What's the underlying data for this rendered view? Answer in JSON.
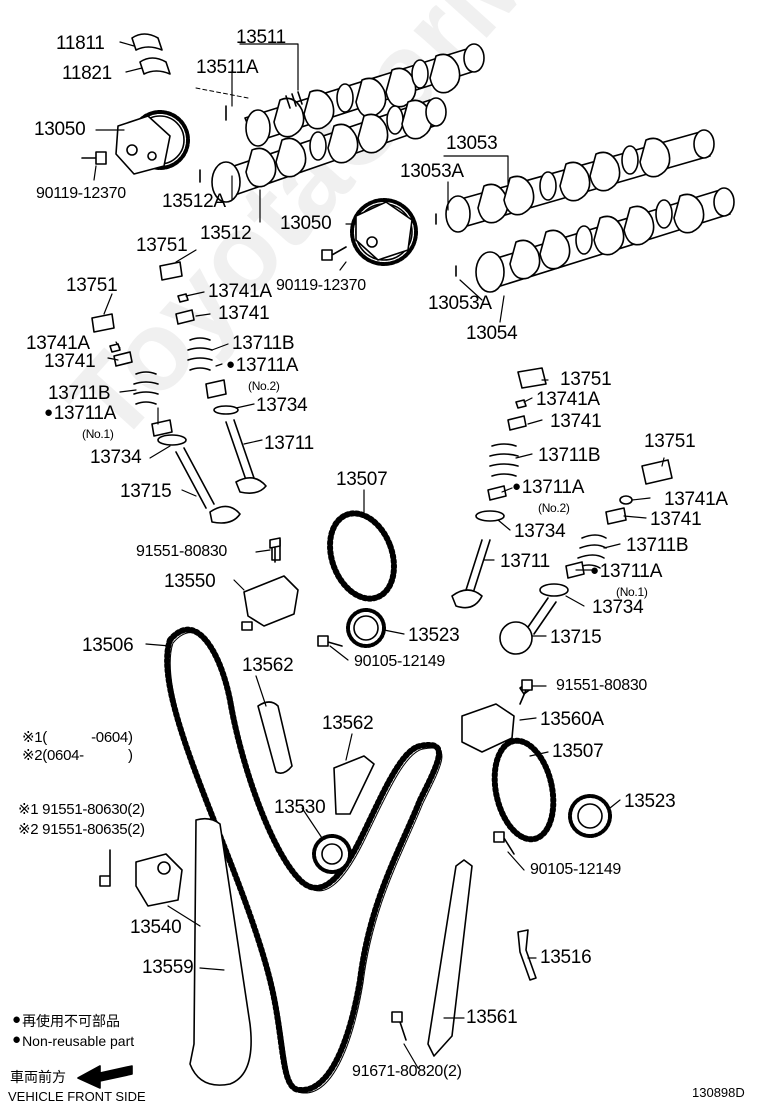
{
  "labels": {
    "p11811": "11811",
    "p11821": "11821",
    "p13511": "13511",
    "p13511A": "13511A",
    "p13050a": "13050",
    "p90119a": "90119-12370",
    "p13512A": "13512A",
    "p13512": "13512",
    "p13053": "13053",
    "p13053A_top": "13053A",
    "p13050b": "13050",
    "p90119b": "90119-12370",
    "p13053A_bot": "13053A",
    "p13054": "13054",
    "L13751a": "13751",
    "L13741Aa": "13741A",
    "L13741a": "13741",
    "L13711Ba": "13711B",
    "L13711Aa": "13711A",
    "L_no2a": "(No.2)",
    "L13734a": "13734",
    "L13711a": "13711",
    "L13751b": "13751",
    "L13741Ab": "13741A",
    "L13741b": "13741",
    "L13711Bb": "13711B",
    "L13711Ab": "13711A",
    "L_no1a": "(No.1)",
    "L13734b": "13734",
    "L13715a": "13715",
    "R13751a": "13751",
    "R13741Aa": "13741A",
    "R13741a": "13741",
    "R13711Ba": "13711B",
    "R13711Aa": "13711A",
    "R_no2": "(No.2)",
    "R13734a": "13734",
    "R13711": "13711",
    "R13751b": "13751",
    "R13741Ab": "13741A",
    "R13741b": "13741",
    "R13711Bb": "13711B",
    "R13711Ab": "13711A",
    "R_no1": "(No.1)",
    "R13734b": "13734",
    "R13715": "13715",
    "c13507a": "13507",
    "c91551a": "91551-80830",
    "c13550": "13550",
    "c13506": "13506",
    "c13523a": "13523",
    "c90105a": "90105-12149",
    "c13562a": "13562",
    "c13562b": "13562",
    "c91551b": "91551-80830",
    "c13560A": "13560A",
    "c13507b": "13507",
    "c13530": "13530",
    "c13523b": "13523",
    "c90105b": "90105-12149",
    "c13540": "13540",
    "c13559": "13559",
    "c13516": "13516",
    "c13561": "13561",
    "c91671": "91671-80820(2)"
  },
  "notes": {
    "n1": "※1(　　　-0604)",
    "n2": "※2(0604-　　　)",
    "n3": "※1 91551-80630(2)",
    "n4": "※2 91551-80635(2)"
  },
  "legend": {
    "jp": "再使用不可部品",
    "en": "Non-reusable part",
    "front_jp": "車両前方",
    "front_en": "VEHICLE FRONT SIDE"
  },
  "diagram_id": "130898D",
  "watermark": "ToyotaCarMine.ru",
  "colors": {
    "ink": "#000000",
    "paper": "#ffffff"
  }
}
